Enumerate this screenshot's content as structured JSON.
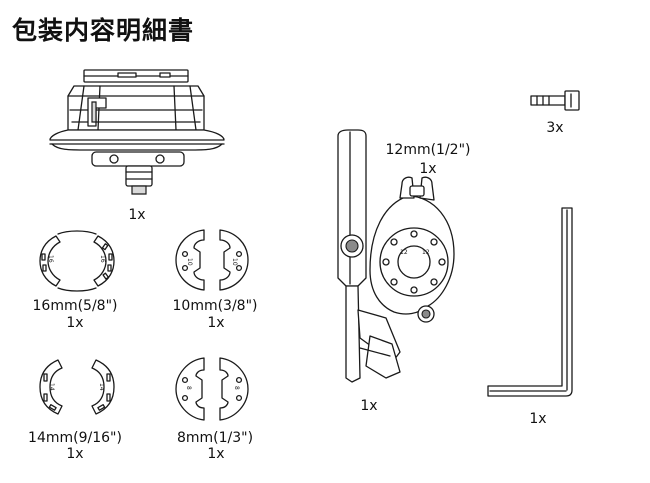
{
  "document": {
    "title": "包装内容明細書"
  },
  "parts": [
    {
      "id": "quick-release-mount",
      "qty": "1x"
    },
    {
      "id": "shim-16mm",
      "size": "16mm(5/8\")",
      "qty": "1x",
      "ring_mark": "16"
    },
    {
      "id": "shim-10mm",
      "size": "10mm(3/8\")",
      "qty": "1x",
      "ring_mark": "10"
    },
    {
      "id": "shim-14mm",
      "size": "14mm(9/16\")",
      "qty": "1x",
      "ring_mark": "14"
    },
    {
      "id": "shim-8mm",
      "size": "8mm(1/3\")",
      "qty": "1x",
      "ring_mark": "8"
    },
    {
      "id": "clamp-arm",
      "size": "12mm(1/2\")",
      "qty": "1x",
      "clamp_qty": "1x",
      "ring_mark": "12"
    },
    {
      "id": "screw",
      "qty": "3x"
    },
    {
      "id": "hex-key",
      "qty": "1x"
    }
  ]
}
